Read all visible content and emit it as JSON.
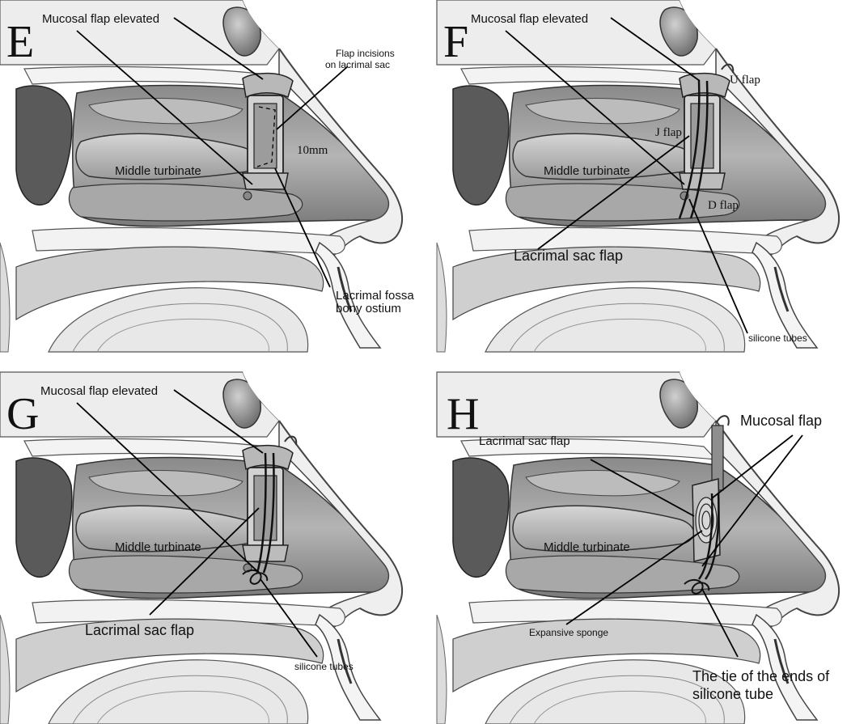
{
  "colors": {
    "bone": "#f4f4f4",
    "bone_outline": "#444444",
    "cavity_dark": "#6e6e6e",
    "cavity_mid": "#a6a6a6",
    "tissue_light": "#d9d9d9",
    "flap": "#c8c8c8",
    "tube": "#222222"
  },
  "panels": [
    {
      "letter": "E",
      "labels": {
        "mucosal_flap": "Mucosal  flap elevated",
        "flap_incisions_1": "Flap incisions",
        "flap_incisions_2": "on lacrimal sac",
        "measure": "10mm",
        "middle_turbinate": "Middle turbinate",
        "fossa_1": "Lacrimal fossa",
        "fossa_2": "bony ostium"
      }
    },
    {
      "letter": "F",
      "labels": {
        "mucosal_flap": "Mucosal  flap elevated",
        "u_flap": "U flap",
        "j_flap": "J flap",
        "d_flap": "D flap",
        "middle_turbinate": "Middle turbinate",
        "sac_flap": "Lacrimal sac flap",
        "tubes": "silicone tubes"
      }
    },
    {
      "letter": "G",
      "labels": {
        "mucosal_flap": "Mucosal  flap elevated",
        "middle_turbinate": "Middle turbinate",
        "sac_flap": "Lacrimal sac flap",
        "tubes": "silicone tubes"
      }
    },
    {
      "letter": "H",
      "labels": {
        "mucosal_flap": "Mucosal  flap",
        "sac_flap": "Lacrimal sac flap",
        "middle_turbinate": "Middle turbinate",
        "sponge": "Expansive sponge",
        "tie_1": "The tie  of the ends of",
        "tie_2": "silicone tube"
      }
    }
  ]
}
